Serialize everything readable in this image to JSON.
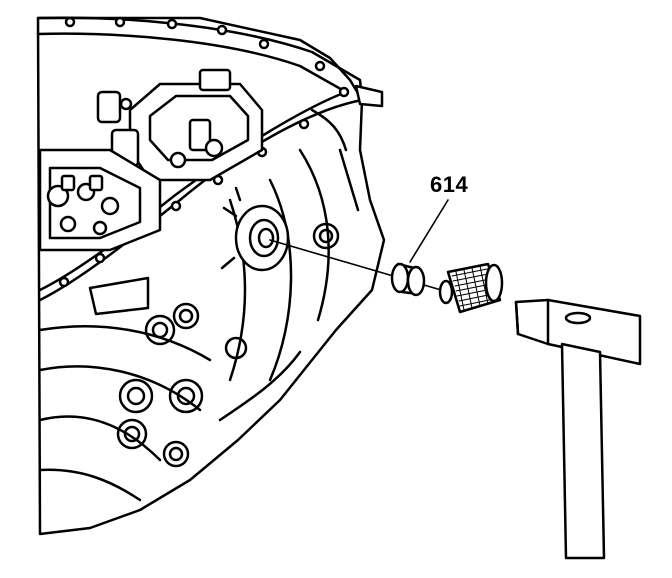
{
  "diagram": {
    "callout_label": "614",
    "components": {
      "housing": "transmission-case",
      "seal": "bushing-seal",
      "tool": "seal-installer-tool",
      "hammer": "hammer"
    },
    "colors": {
      "line": "#000000",
      "fill": "#ffffff"
    }
  }
}
